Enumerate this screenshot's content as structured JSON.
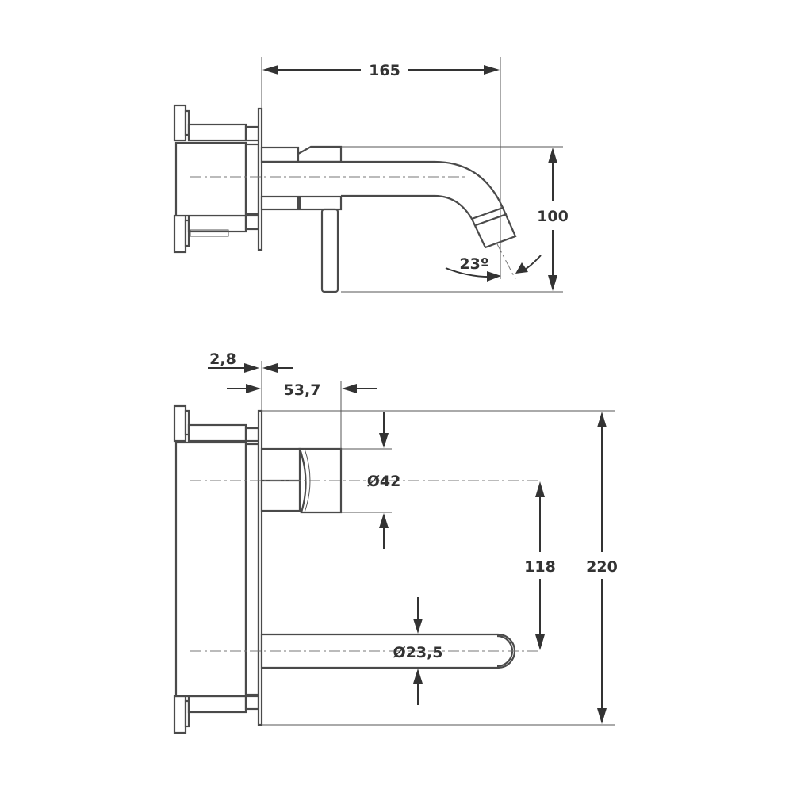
{
  "dimensions": {
    "top_view": {
      "length": "165",
      "height": "100",
      "angle": "23º"
    },
    "front_view": {
      "plate_thickness": "2,8",
      "body_depth": "53,7",
      "handle_diameter": "Ø42",
      "spout_offset": "118",
      "overall_height": "220",
      "spout_diameter": "Ø23,5"
    }
  },
  "colors": {
    "line": "#4a4a4a",
    "dimension": "#333333",
    "background": "#ffffff"
  }
}
